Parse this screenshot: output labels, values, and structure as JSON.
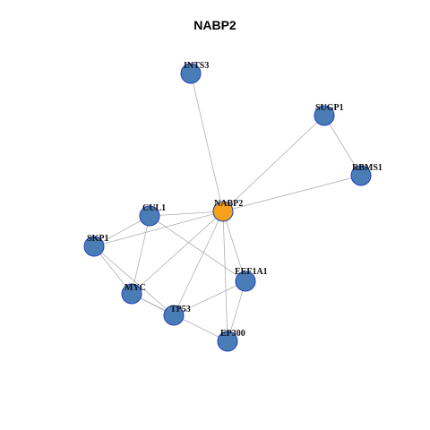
{
  "title": "NABP2",
  "colors": {
    "hub": "#f5a11a",
    "node": "#4a7db5",
    "edge": "#b0b0b0"
  },
  "nodes": [
    {
      "id": "NABP2",
      "label": "NABP2",
      "hub": true
    },
    {
      "id": "INTS3",
      "label": "INTS3"
    },
    {
      "id": "SUGP1",
      "label": "SUGP1"
    },
    {
      "id": "RBMS1",
      "label": "RBMS1"
    },
    {
      "id": "CUL1",
      "label": "CUL1"
    },
    {
      "id": "SKP1",
      "label": "SKP1"
    },
    {
      "id": "MYC",
      "label": "MYC"
    },
    {
      "id": "TP53",
      "label": "TP53"
    },
    {
      "id": "EEF1A1",
      "label": "EEF1A1"
    },
    {
      "id": "EP300",
      "label": "EP300"
    }
  ],
  "edges": [
    [
      "NABP2",
      "INTS3"
    ],
    [
      "NABP2",
      "SUGP1"
    ],
    [
      "NABP2",
      "RBMS1"
    ],
    [
      "SUGP1",
      "RBMS1"
    ],
    [
      "NABP2",
      "CUL1"
    ],
    [
      "NABP2",
      "SKP1"
    ],
    [
      "NABP2",
      "MYC"
    ],
    [
      "NABP2",
      "TP53"
    ],
    [
      "NABP2",
      "EEF1A1"
    ],
    [
      "NABP2",
      "EP300"
    ],
    [
      "CUL1",
      "SKP1"
    ],
    [
      "CUL1",
      "MYC"
    ],
    [
      "CUL1",
      "EEF1A1"
    ],
    [
      "SKP1",
      "MYC"
    ],
    [
      "SKP1",
      "TP53"
    ],
    [
      "MYC",
      "TP53"
    ],
    [
      "MYC",
      "EP300"
    ],
    [
      "TP53",
      "EEF1A1"
    ],
    [
      "EEF1A1",
      "EP300"
    ]
  ]
}
